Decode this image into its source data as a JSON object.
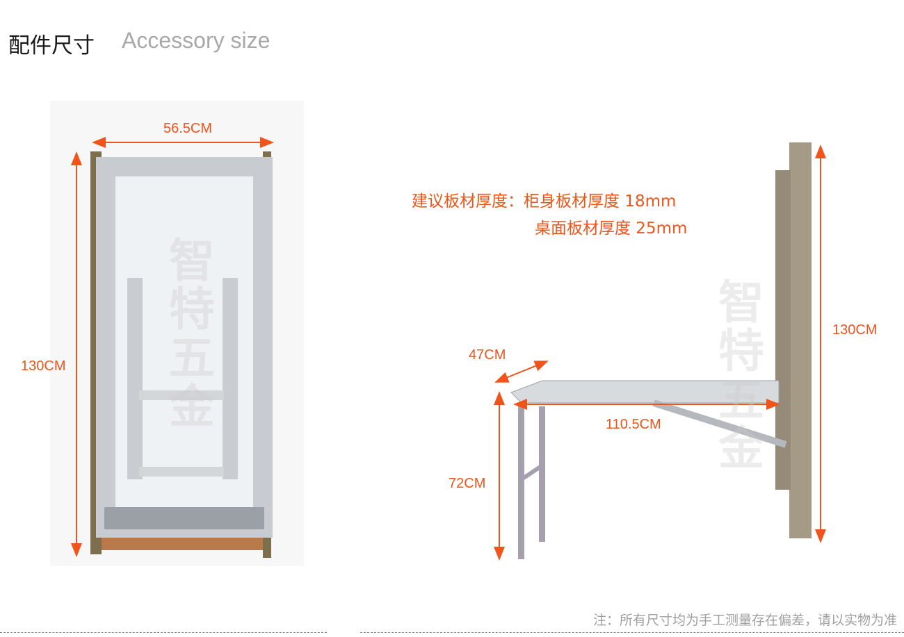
{
  "header": {
    "title_cn": "配件尺寸",
    "title_en": "Accessory size"
  },
  "left_figure": {
    "width_label": "56.5CM",
    "height_label": "130CM",
    "watermark": "智特五金"
  },
  "right_figure": {
    "depth_label": "47CM",
    "length_label": "110.5CM",
    "table_height_label": "72CM",
    "cabinet_height_label": "130CM",
    "watermark": "智特五金"
  },
  "recommendation": {
    "line1": "建议板材厚度：柜身板材厚度 18mm",
    "line2": "桌面板材厚度 25mm"
  },
  "footer": {
    "note": "注：所有尺寸均为手工测量存在偏差，请以实物为准"
  },
  "colors": {
    "accent": "#f0541a"
  }
}
